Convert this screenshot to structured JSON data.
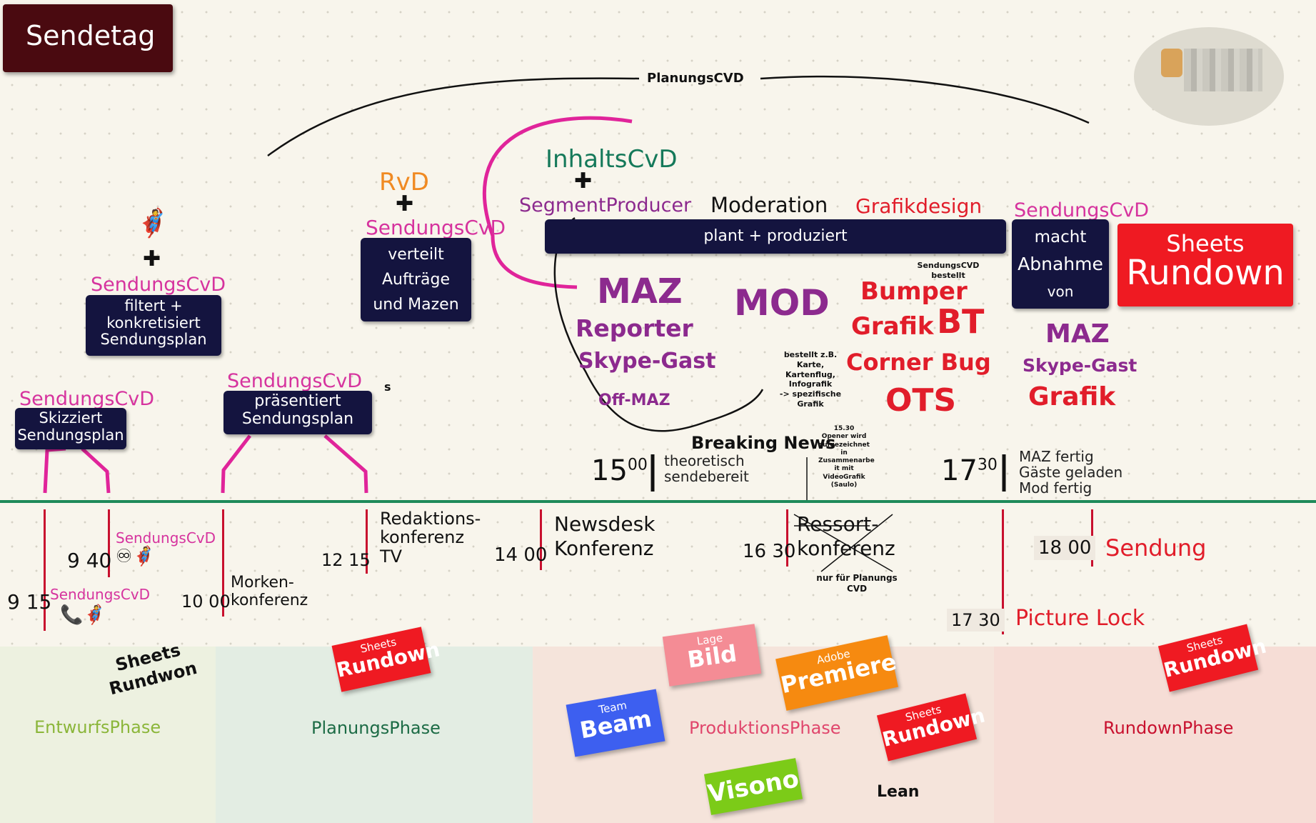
{
  "board_title": "Sendetag",
  "planungscvd_label": "PlanungsCVD",
  "plus_sign": "✚",
  "top_roles": {
    "rvd": "RvD",
    "sendungscvd_verteilt": "SendungsCvD",
    "inhaltscvd": "InhaltsCvD",
    "segmentproducer": "SegmentProducer",
    "moderation": "Moderation",
    "grafikdesign": "Grafikdesign",
    "sendungscvd_abnahme": "SendungsCvD",
    "sendungscvd_filter": "SendungsCvD",
    "sendungscvd_praesentiert": "SendungsCvD",
    "sendungscvd_skizziert": "SendungsCvD"
  },
  "boxes": {
    "verteilt": [
      "verteilt",
      "Aufträge",
      "und Mazen"
    ],
    "plant": "plant + produziert",
    "abnahme": [
      "macht",
      "Abnahme",
      "von"
    ],
    "filtert": [
      "filtert +",
      "konkretisiert",
      "Sendungsplan"
    ],
    "praesentiert": [
      "präsentiert",
      "Sendungsplan"
    ],
    "skizziert": [
      "Skizziert",
      "Sendungsplan"
    ]
  },
  "sheets_big": {
    "small": "Sheets",
    "big": "Rundown"
  },
  "production_items": {
    "maz": "MAZ",
    "reporter": "Reporter",
    "skype": "Skype-Gast",
    "offmaz": "Off-MAZ",
    "mod": "MOD",
    "grafik_note": [
      "SendungsCVD",
      "bestellt"
    ],
    "bumper": "Bumper",
    "grafik": "Grafik",
    "bt": "BT",
    "cornerbug": "Corner Bug",
    "ots": "OTS",
    "mod_note": [
      "bestellt z.B.",
      "Karte,",
      "Kartenflug,",
      "Infografik",
      "-> spezifische",
      "Grafik"
    ]
  },
  "abnahme_items": {
    "maz": "MAZ",
    "skype": "Skype-Gast",
    "grafik": "Grafik"
  },
  "stray_s": "s",
  "breaking_news": "Breaking News",
  "opener_note": [
    "15.30",
    "Opener wird",
    "aufgezeichnet",
    "in",
    "Zusammenarbe",
    "it mit",
    "VideoGrafik",
    "(Saulo)"
  ],
  "milestones": {
    "t1500": {
      "time": "15",
      "sup": "00",
      "text": [
        "theoretisch",
        "sendebereit"
      ]
    },
    "t1730": {
      "time": "17",
      "sup": "30",
      "text": [
        "MAZ fertig",
        "Gäste geladen",
        "Mod fertig"
      ]
    }
  },
  "timeline": {
    "t915": "9 15",
    "sendungscvd_phone": "SendungsCvD",
    "t940": "9 40",
    "sendungscvd_link": "SendungsCvD",
    "t1000": "10 00",
    "morgenkonferenz": [
      "Morken-",
      "konferenz"
    ],
    "t1215": "12 15",
    "redaktionskonferenz": [
      "Redaktions-",
      "konferenz",
      "TV"
    ],
    "t1400": "14 00",
    "newsdesk": [
      "Newsdesk",
      "Konferenz"
    ],
    "t1630": "16 30",
    "ressort": [
      "Ressort-",
      "konferenz"
    ],
    "ressort_note": [
      "nur für Planungs",
      "CVD"
    ],
    "t1800": "18 00",
    "sendung": "Sendung",
    "t1730": "17 30",
    "picturelock": "Picture Lock"
  },
  "phases": {
    "entwurf": "EntwurfsPhase",
    "planung": "PlanungsPhase",
    "produktion": "ProduktionsPhase",
    "rundown": "RundownPhase"
  },
  "sheets_handwritten": [
    "Sheets",
    "Rundwon"
  ],
  "stickers": {
    "sheets1": {
      "small": "Sheets",
      "big": "Rundown"
    },
    "lagebild": {
      "small": "Lage",
      "big": "Bild"
    },
    "premiere": {
      "small": "Adobe",
      "big": "Premiere"
    },
    "beam": {
      "small": "Team",
      "big": "Beam"
    },
    "sheets2": {
      "small": "Sheets",
      "big": "Rundown"
    },
    "sheets3": {
      "small": "Sheets",
      "big": "Rundown"
    },
    "visono": {
      "small": "",
      "big": "Visono"
    }
  },
  "lean_label": "Lean",
  "colors": {
    "navy": "#14143f",
    "pink": "#d6339e",
    "purple": "#8c2a8e",
    "red": "#e11d2a",
    "green_line": "#1f8a5a",
    "orange": "#f08a22",
    "inhalt_green": "#15795a"
  }
}
